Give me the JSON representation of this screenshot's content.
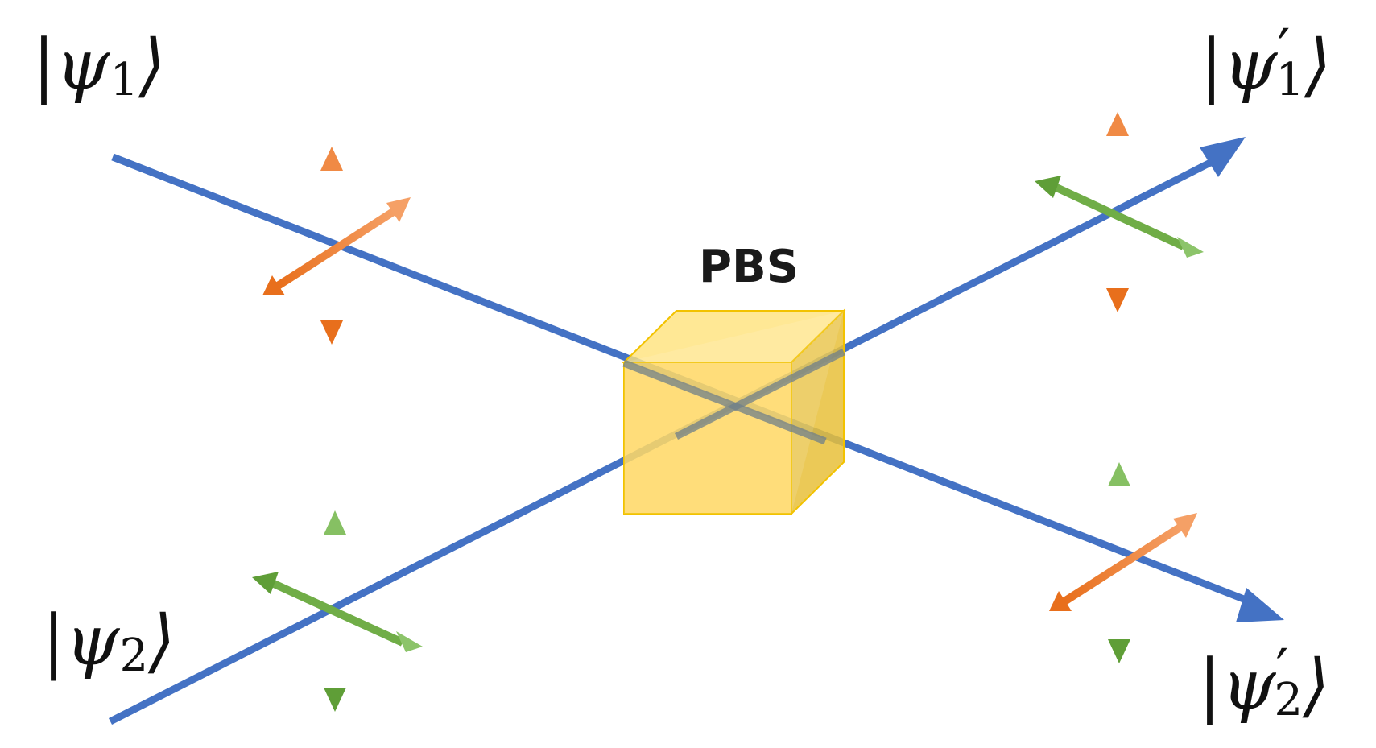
{
  "labels": {
    "psi1_in": {
      "bar": "|",
      "psi": "ψ",
      "sub": "1",
      "prime": "",
      "close": "⟩"
    },
    "psi2_in": {
      "bar": "|",
      "psi": "ψ",
      "sub": "2",
      "prime": "",
      "close": "⟩"
    },
    "psi1_out": {
      "bar": "|",
      "psi": "ψ",
      "sub": "1",
      "prime": "′",
      "close": "⟩"
    },
    "psi2_out": {
      "bar": "|",
      "psi": "ψ",
      "sub": "2",
      "prime": "′",
      "close": "⟩"
    },
    "pbs": "PBS"
  },
  "colors": {
    "beam": "#4472c4",
    "orange": "#ed7d31",
    "green": "#70ad47",
    "cube": "#ffd24d",
    "cube_edge": "#f2c200"
  }
}
